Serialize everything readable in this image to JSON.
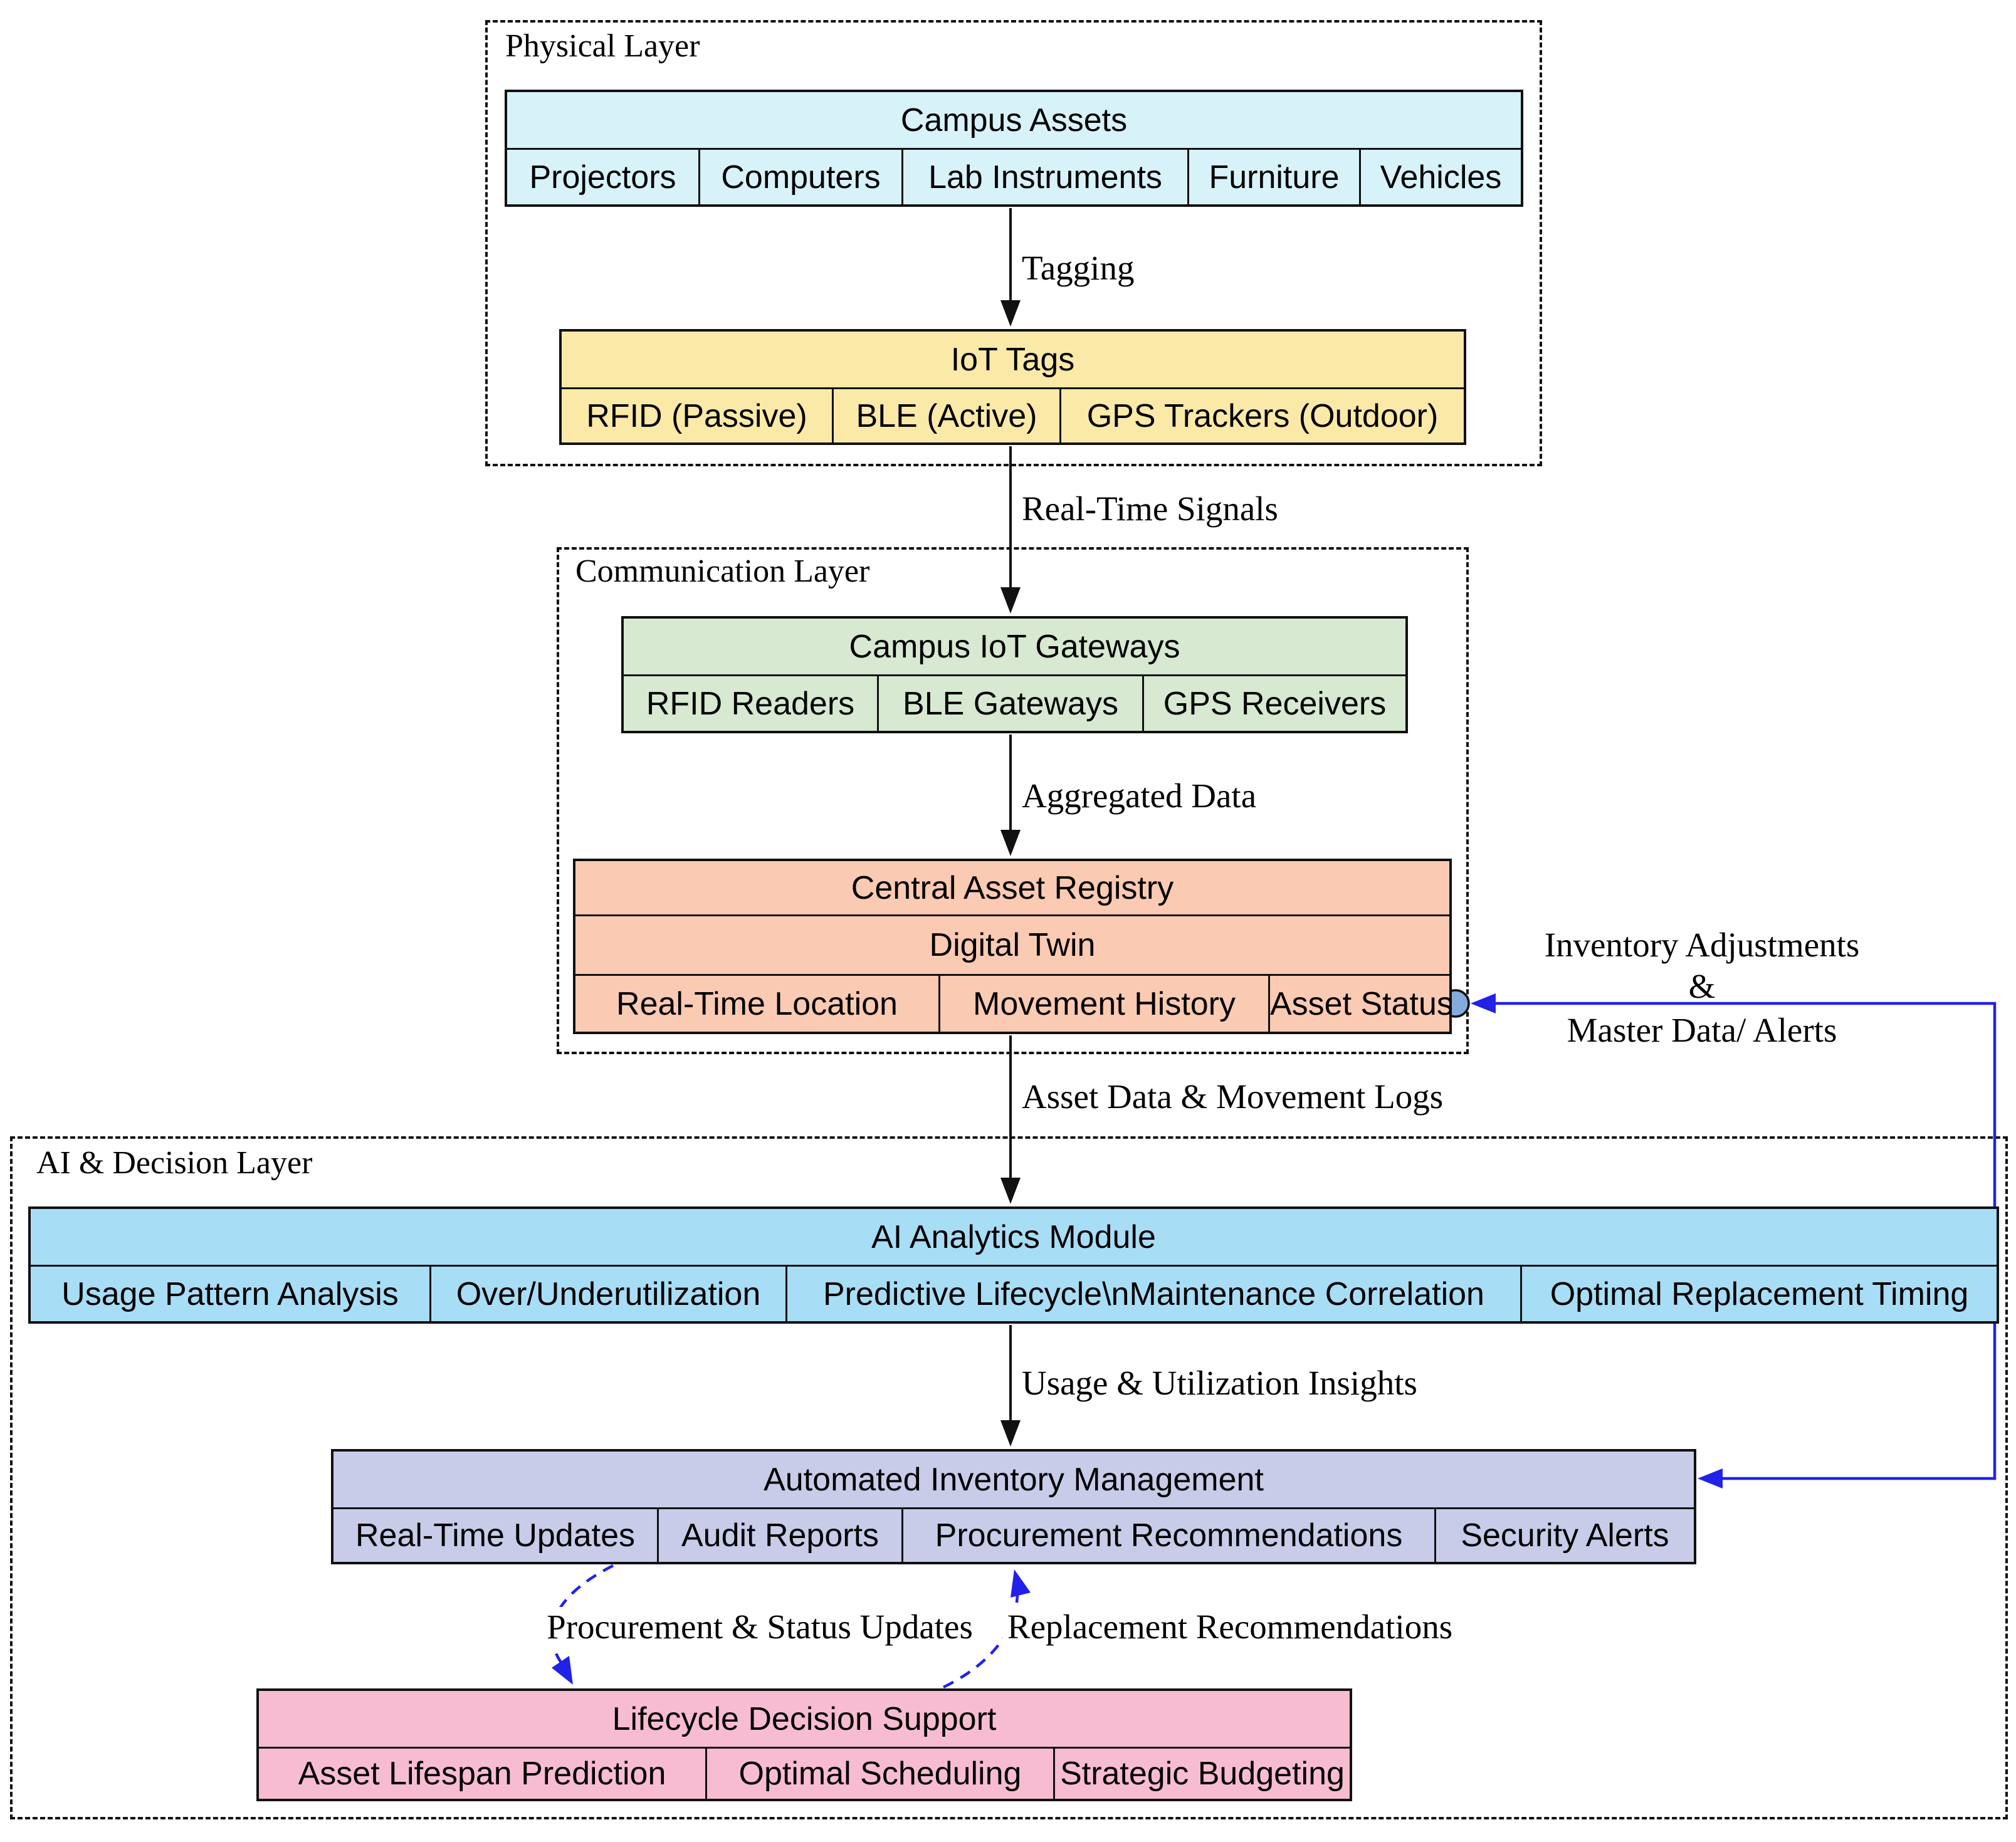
{
  "layers": {
    "physical": "Physical Layer",
    "communication": "Communication Layer",
    "ai": "AI & Decision Layer"
  },
  "boxes": {
    "campus_assets": {
      "title": "Campus Assets",
      "items": [
        "Projectors",
        "Computers",
        "Lab Instruments",
        "Furniture",
        "Vehicles"
      ]
    },
    "iot_tags": {
      "title": "IoT Tags",
      "items": [
        "RFID (Passive)",
        "BLE (Active)",
        "GPS Trackers (Outdoor)"
      ]
    },
    "gateways": {
      "title": "Campus IoT Gateways",
      "items": [
        "RFID Readers",
        "BLE Gateways",
        "GPS Receivers"
      ]
    },
    "registry": {
      "title": "Central Asset Registry",
      "subtitle": "Digital Twin",
      "items": [
        "Real-Time Location",
        "Movement History",
        "Asset Status"
      ]
    },
    "ai_analytics": {
      "title": "AI Analytics Module",
      "items": [
        "Usage Pattern Analysis",
        "Over/Underutilization",
        "Predictive Lifecycle\\nMaintenance Correlation",
        "Optimal Replacement Timing"
      ]
    },
    "inventory_mgmt": {
      "title": "Automated Inventory Management",
      "items": [
        "Real-Time Updates",
        "Audit Reports",
        "Procurement Recommendations",
        "Security Alerts"
      ]
    },
    "lifecycle": {
      "title": "Lifecycle Decision Support",
      "items": [
        "Asset Lifespan Prediction",
        "Optimal Scheduling",
        "Strategic Budgeting"
      ]
    }
  },
  "edges": {
    "tagging": "Tagging",
    "real_time_signals": "Real-Time Signals",
    "aggregated_data": "Aggregated Data",
    "asset_data_movement_logs": "Asset Data & Movement Logs",
    "usage_utilization_insights": "Usage & Utilization Insights",
    "inventory_adjustments_line1": "Inventory Adjustments",
    "inventory_adjustments_line2": "&",
    "inventory_adjustments_line3": "Master Data/ Alerts",
    "procurement_status_updates": "Procurement & Status Updates",
    "replacement_recommendations": "Replacement Recommendations"
  },
  "colors": {
    "campus_assets": "#d7f2f9",
    "iot_tags": "#fbe9a8",
    "gateways": "#d7e9d1",
    "registry": "#fbcab2",
    "ai_analytics": "#a8ddf6",
    "inventory_mgmt": "#c8cce9",
    "lifecycle": "#f8bcd2",
    "link_blue": "#2121ea",
    "port_circle_fill": "#84abdb",
    "border_black": "#111111"
  }
}
